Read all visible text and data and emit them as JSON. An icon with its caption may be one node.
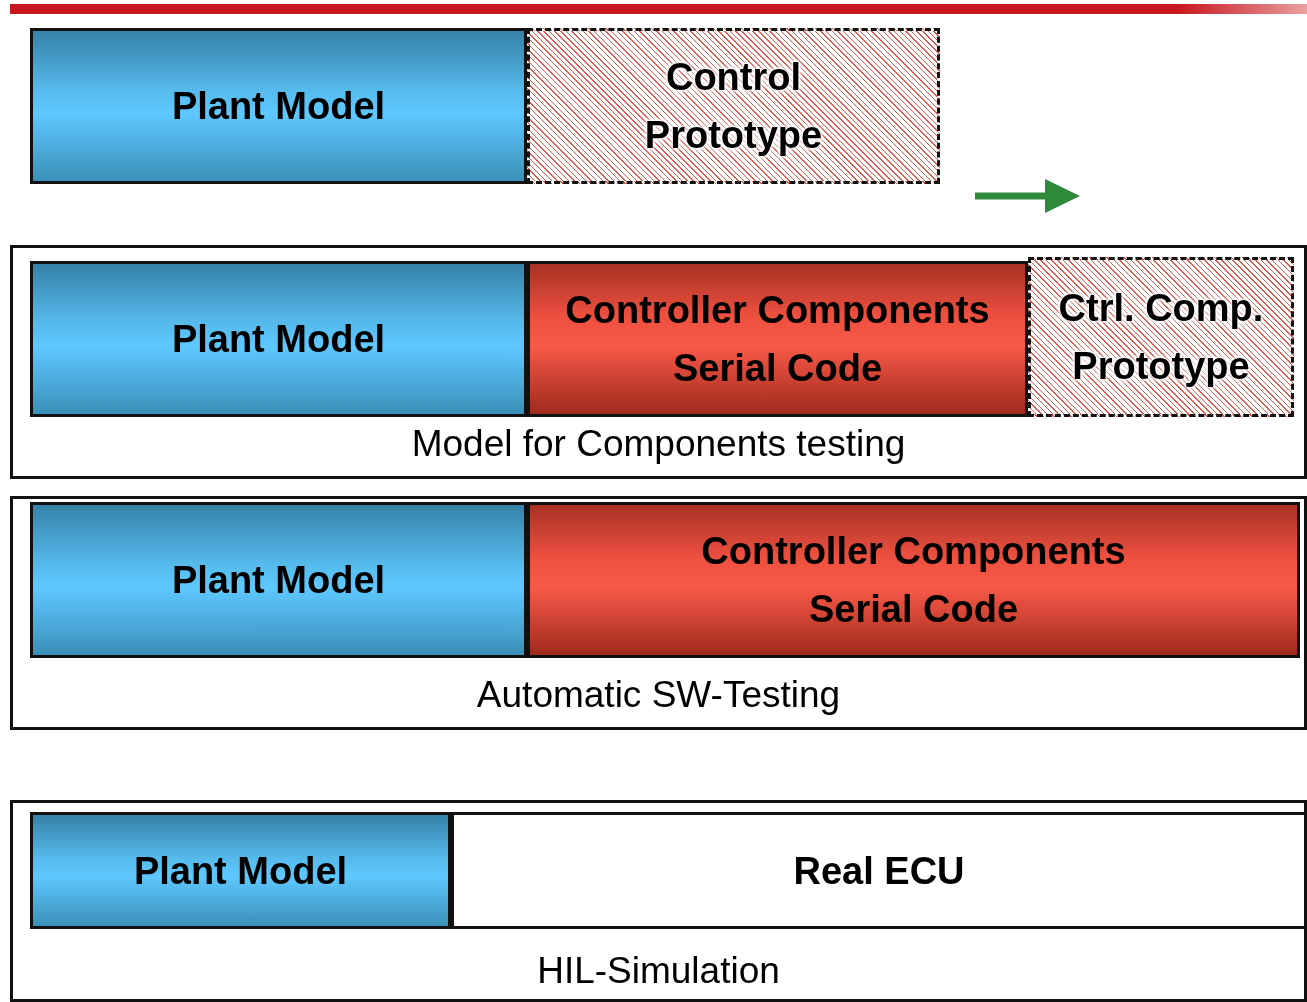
{
  "diagram": {
    "nodes": [
      {
        "text": [
          "Plant Model"
        ]
      },
      {
        "text": [
          "Control Prototype"
        ]
      },
      {
        "text": [
          "Model for Components testing"
        ]
      },
      {
        "text": [
          "Plant Model"
        ],
        "in": 2
      },
      {
        "text": [
          "Controller Components Serial Code"
        ],
        "in": 2
      },
      {
        "text": [
          "Ctrl. Comp. Prototype"
        ],
        "in": 2
      },
      {
        "text": [
          "Automatic SW-Testing"
        ]
      },
      {
        "text": [
          "Plant Model"
        ],
        "in": 6
      },
      {
        "text": [
          "Controller Components Serial Code"
        ],
        "in": 6
      },
      {
        "text": [
          "HIL-Simulation"
        ]
      },
      {
        "text": [
          "Plant Model"
        ],
        "in": 9
      },
      {
        "text": [
          "Real ECU"
        ],
        "in": 9
      }
    ]
  }
}
